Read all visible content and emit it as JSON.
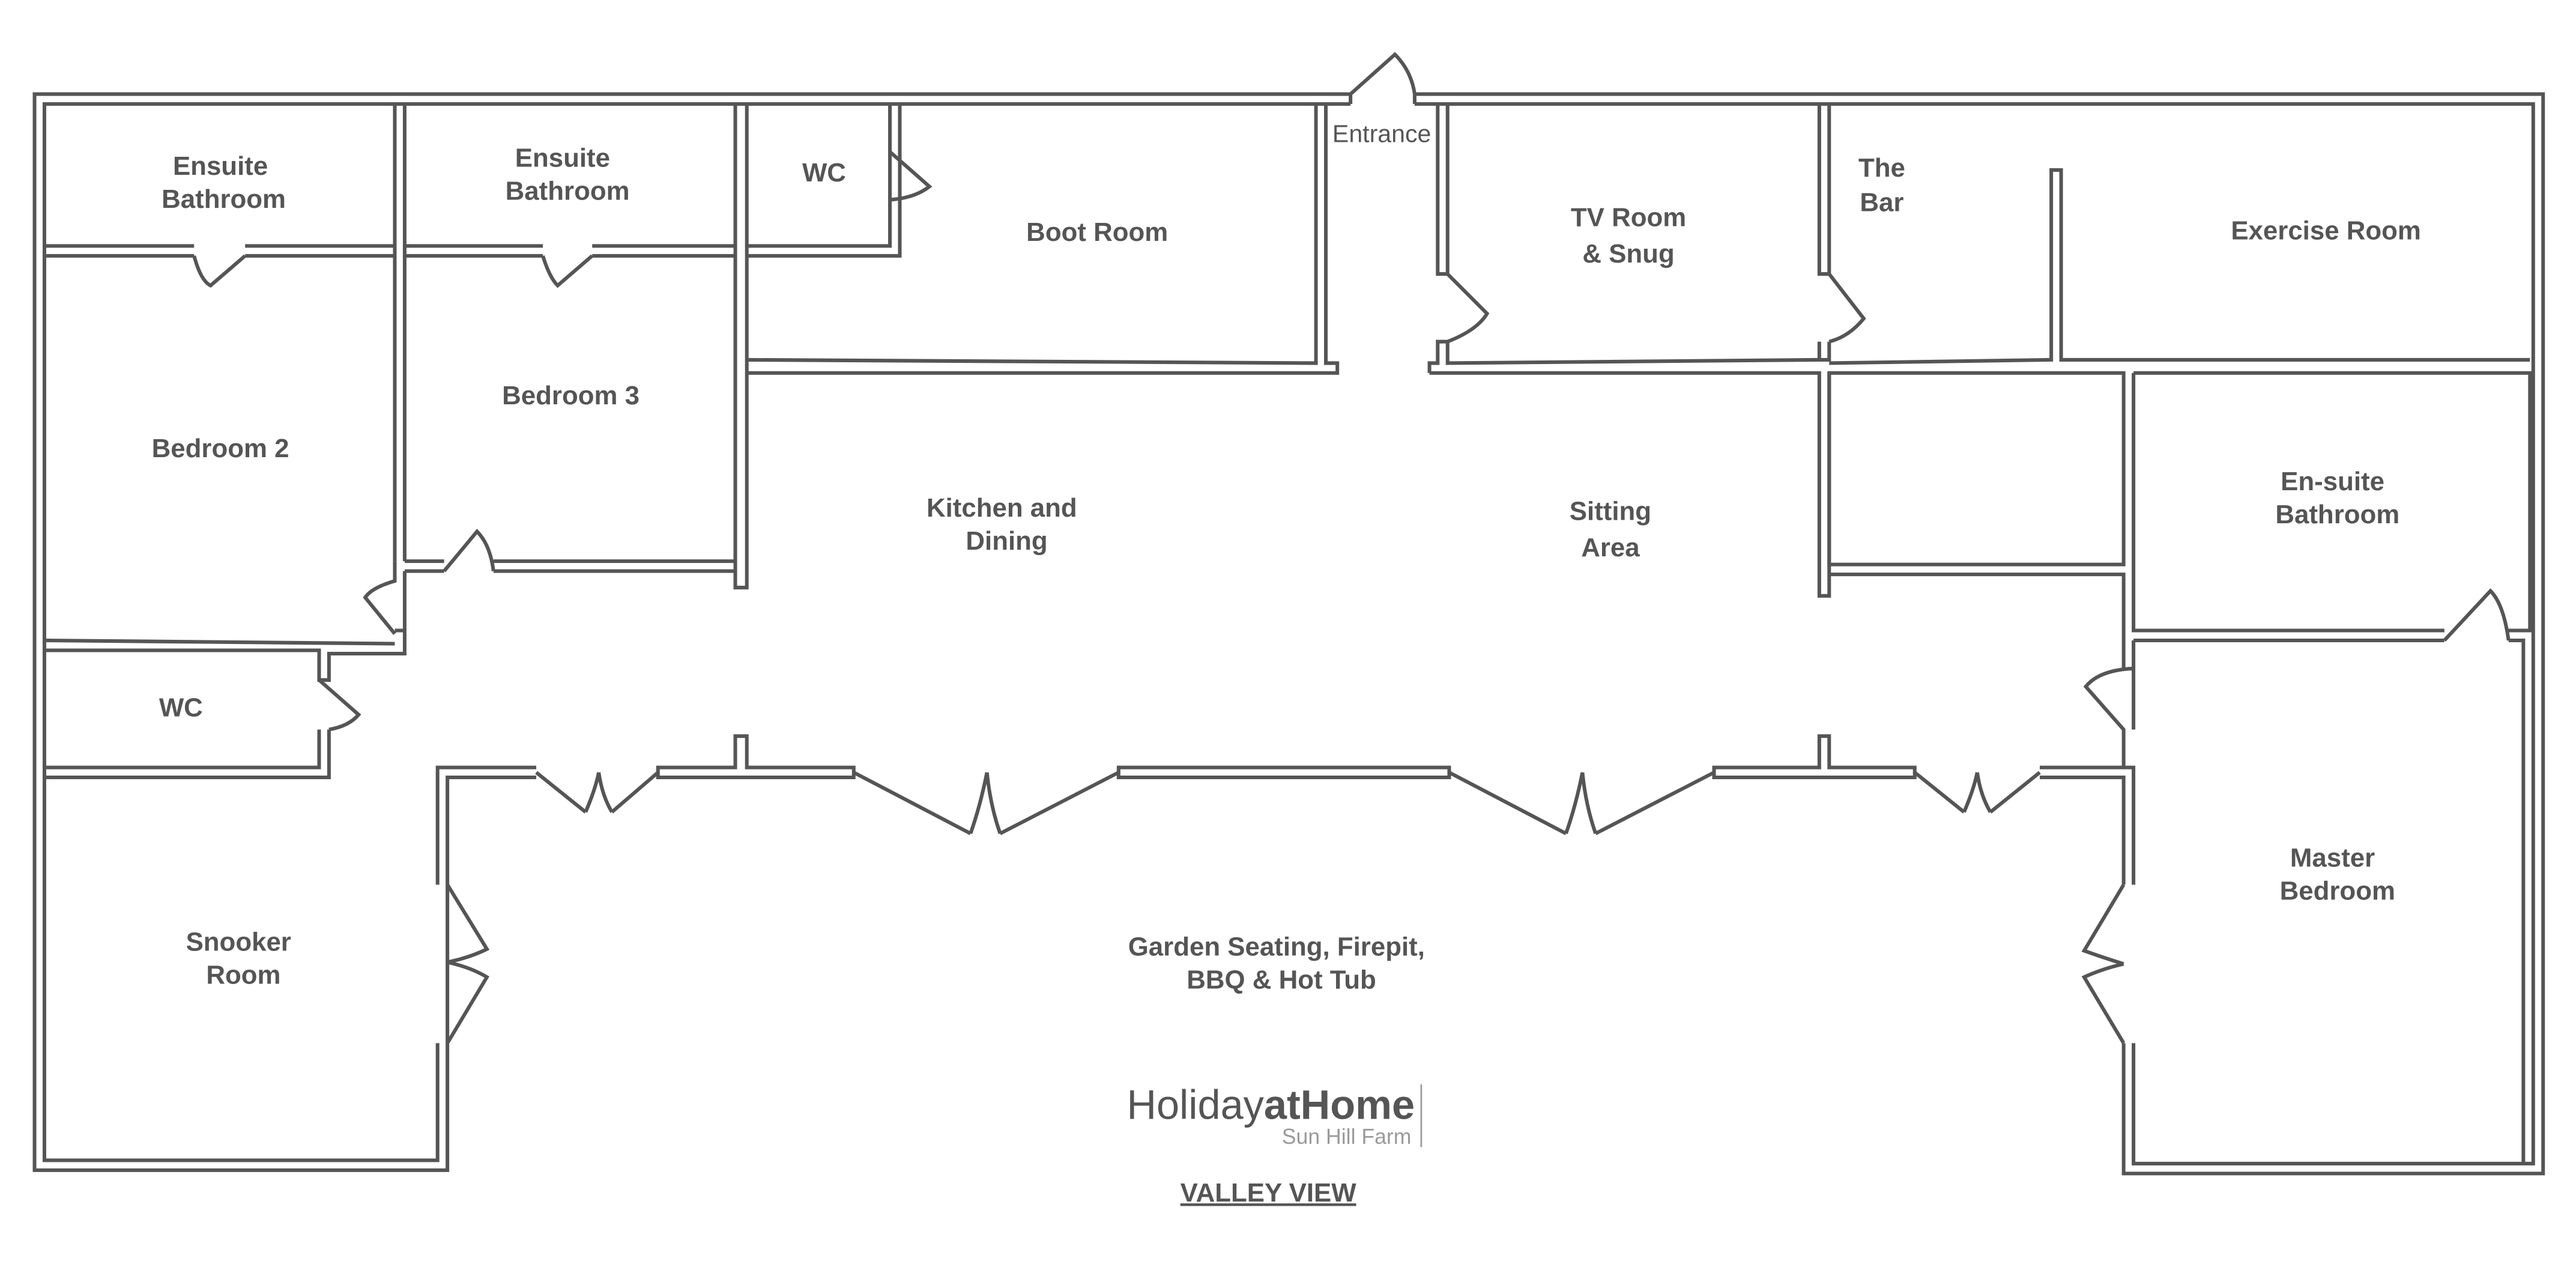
{
  "rooms": {
    "ensuite_bathroom_1": [
      "Ensuite",
      "Bathroom"
    ],
    "ensuite_bathroom_2": [
      "Ensuite",
      "Bathroom"
    ],
    "wc_top": [
      "WC"
    ],
    "boot_room": [
      "Boot Room"
    ],
    "entrance": [
      "Entrance"
    ],
    "tv_room": [
      "TV Room",
      "& Snug"
    ],
    "the_bar": [
      "The",
      "Bar"
    ],
    "exercise_room": [
      "Exercise Room"
    ],
    "bedroom_2": [
      "Bedroom 2"
    ],
    "bedroom_3": [
      "Bedroom 3"
    ],
    "kitchen_dining": [
      "Kitchen and",
      "Dining"
    ],
    "sitting_area": [
      "Sitting",
      "Area"
    ],
    "en_suite_bathroom": [
      "En-suite",
      "Bathroom"
    ],
    "wc_left": [
      "WC"
    ],
    "snooker_room": [
      "Snooker",
      "Room"
    ],
    "master_bedroom": [
      "Master",
      "Bedroom"
    ],
    "garden": [
      "Garden Seating, Firepit,",
      "BBQ & Hot Tub"
    ]
  },
  "branding": {
    "logo_light": "Holiday",
    "logo_bold": "atHome",
    "logo_sub": "Sun Hill Farm"
  },
  "view_label": "VALLEY VIEW",
  "colors": {
    "line": "#555555",
    "subtext": "#9a9a9a"
  }
}
